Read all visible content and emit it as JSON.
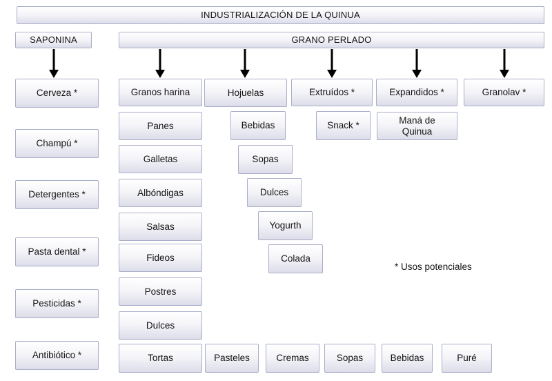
{
  "diagram": {
    "title": "INDUSTRIALIZACIÓN DE LA QUINUA",
    "note": "* Usos potenciales",
    "colors": {
      "box_border": "#a9aec9",
      "box_fill_top": "#ffffff",
      "box_fill_bottom": "#dcdde9",
      "arrow": "#000000",
      "text": "#141414",
      "background": "#ffffff"
    }
  },
  "saponina": {
    "label": "SAPONINA",
    "products": [
      "Cerveza *",
      "Champú *",
      "Detergentes *",
      "Pasta dental *",
      "Pesticidas *",
      "Antibiótico *"
    ]
  },
  "grano_perlado": {
    "label": "GRANO PERLADO",
    "categories": {
      "granos_harina": {
        "label": "Granos harina",
        "products": [
          "Panes",
          "Galletas",
          "Albóndigas",
          "Salsas",
          "Fideos",
          "Postres",
          "Dulces",
          "Tortas"
        ]
      },
      "hojuelas": {
        "label": "Hojuelas",
        "products": [
          "Bebidas",
          "Sopas",
          "Dulces",
          "Yogurth",
          "Colada"
        ]
      },
      "extruidos": {
        "label": "Extruídos *",
        "products": [
          "Snack *"
        ]
      },
      "expandidos": {
        "label": "Expandidos *",
        "products": [
          "Maná de Quinua"
        ]
      },
      "granolav": {
        "label": "Granolav *",
        "products": []
      }
    },
    "bottom_row": [
      "Pasteles",
      "Cremas",
      "Sopas",
      "Bebidas",
      "Puré"
    ]
  }
}
